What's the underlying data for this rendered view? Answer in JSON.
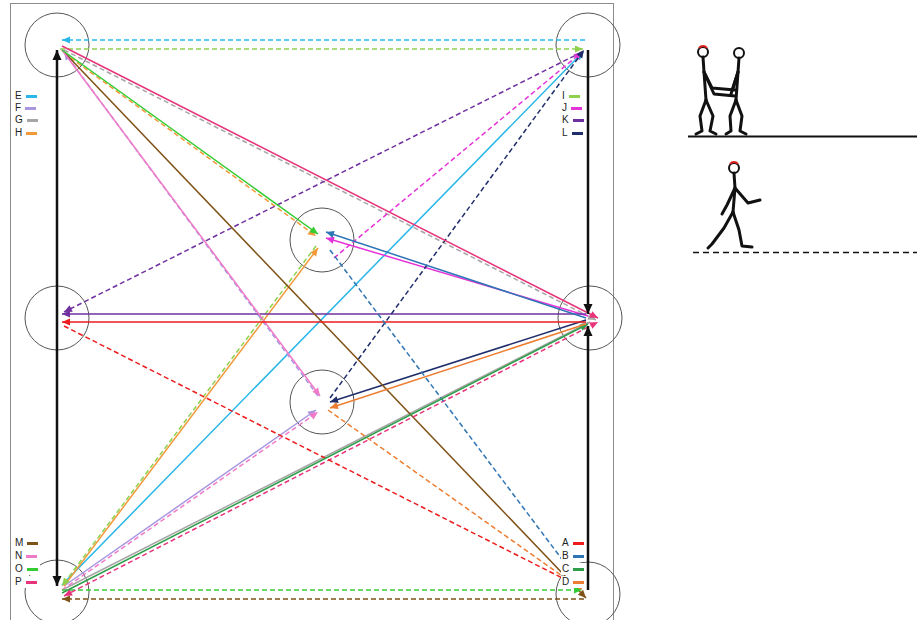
{
  "diagram": {
    "legend": [
      {
        "text": "E",
        "color": "#29b6e8"
      },
      {
        "text": "F",
        "color": "#a896e0"
      },
      {
        "text": "G",
        "color": "#a6a6a6"
      },
      {
        "text": "H",
        "color": "#f29a3a"
      },
      {
        "text": "I",
        "color": "#8fd14f"
      },
      {
        "text": "J",
        "color": "#e633d9"
      },
      {
        "text": "K",
        "color": "#7030a0"
      },
      {
        "text": "L",
        "color": "#1f2d6b"
      },
      {
        "text": "M",
        "color": "#7f5217"
      },
      {
        "text": "N",
        "color": "#f07ac8"
      },
      {
        "text": "O",
        "color": "#33cc33"
      },
      {
        "text": "P",
        "color": "#e8337a"
      },
      {
        "text": "A",
        "color": "#ee1c1c"
      },
      {
        "text": "B",
        "color": "#2e75b6"
      },
      {
        "text": "C",
        "color": "#2e9e4a"
      },
      {
        "text": "D",
        "color": "#ed7d31"
      }
    ]
  }
}
